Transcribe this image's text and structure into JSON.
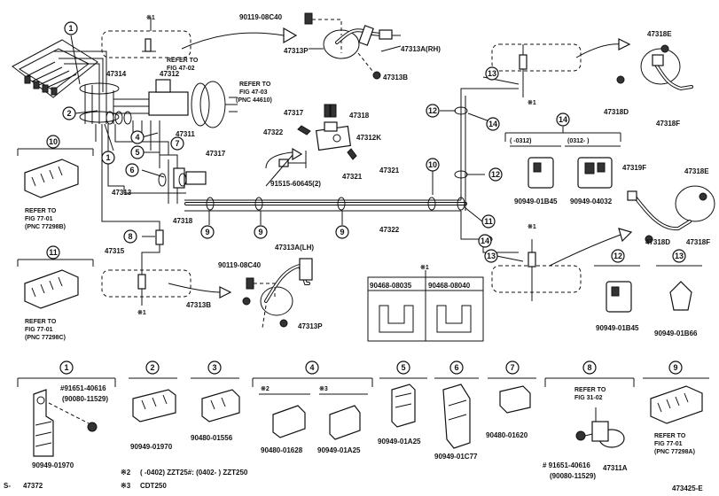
{
  "callouts": {
    "c1": "1",
    "c2": "2",
    "c3": "3",
    "c4": "4",
    "c5": "5",
    "c6": "6",
    "c7": "7",
    "c8": "8",
    "c9": "9",
    "c10": "10",
    "c11": "11",
    "c12": "12",
    "c13": "13",
    "c14": "14"
  },
  "parts": {
    "p_90119_08c40_top": "90119-08C40",
    "p_47313p_top": "47313P",
    "p_47313a_rh": "47313A(RH)",
    "p_47313b_top": "47313B",
    "p_47314": "47314",
    "p_47312": "47312",
    "p_47311": "47311",
    "p_47317_a": "47317",
    "p_47318_a": "47318",
    "p_47322_a": "47322",
    "p_47312k": "47312K",
    "p_47317_b": "47317",
    "p_91515": "91515-60645(2)",
    "p_47321_a": "47321",
    "p_47321_b": "47321",
    "p_47322_b": "47322",
    "p_47313": "47313",
    "p_47318_b": "47318",
    "p_47315": "47315",
    "p_47313a_lh": "47313A(LH)",
    "p_90119_08c40_bot": "90119-08C40",
    "p_47313b_bot": "47313B",
    "p_47313p_bot": "47313P",
    "p_47318e_top": "47318E",
    "p_47318d_top": "47318D",
    "p_47318f_top": "47318F",
    "p_47319f": "47319F",
    "p_47318e_right": "47318E",
    "p_47318f_right": "47318F",
    "p_47318d_bot": "47318D",
    "p_90949_01b45_a": "90949-01B45",
    "p_90949_04032": "90949-04032",
    "p_90949_01b45_b": "90949-01B45",
    "p_90949_01b66": "90949-01B66",
    "p_90468_08035": "90468-08035",
    "p_90468_08040": "90468-08040",
    "p_91651_40616_a": "#91651-40616",
    "p_90080_11529_a": "(90080-11529)",
    "p_90949_01970_a": "90949-01970",
    "p_90949_01970_b": "90949-01970",
    "p_90480_01556": "90480-01556",
    "p_90480_01628": "90480-01628",
    "p_90949_01a25_a": "90949-01A25",
    "p_90949_01a25_b": "90949-01A25",
    "p_90949_01c77": "90949-01C77",
    "p_90480_01620": "90480-01620",
    "p_91651_40616_b": "# 91651-40616",
    "p_90080_11529_b": "(90080-11529)",
    "p_47311a": "47311A",
    "p_47372": "47372"
  },
  "refs": {
    "r1_a": "REFER TO",
    "r1_b": "FIG 47-02",
    "r2_a": "REFER TO",
    "r2_b": "FIG 47-03",
    "r2_c": "(PNC 44610)",
    "r3_a": "REFER TO",
    "r3_b": "FIG 77-01",
    "r3_c": "(PNC 77298B)",
    "r4_a": "REFER TO",
    "r4_b": "FIG 77-01",
    "r4_c": "(PNC 77298C)",
    "r5_a": "REFER TO",
    "r5_b": "FIG 31-02",
    "r6_a": "REFER TO",
    "r6_b": "FIG 77-01",
    "r6_c": "(PNC 77298A)"
  },
  "marks": {
    "star1_a": "※1",
    "star1_b": "※1",
    "star1_c": "※1",
    "star1_d": "※1",
    "star1_e": "※1",
    "star2_box": "※2",
    "star3_box": "※3",
    "date_a": "(    -0312)",
    "date_b": "(0312-     )"
  },
  "footnotes": {
    "fn2_mark": "※2",
    "fn2_text": "(      -0402) ZZT25#: (0402-      ) ZZT250",
    "fn3_mark": "※3",
    "fn3_text": "CDT250"
  },
  "diagram_id": "473425-E",
  "corner_s": "S-"
}
